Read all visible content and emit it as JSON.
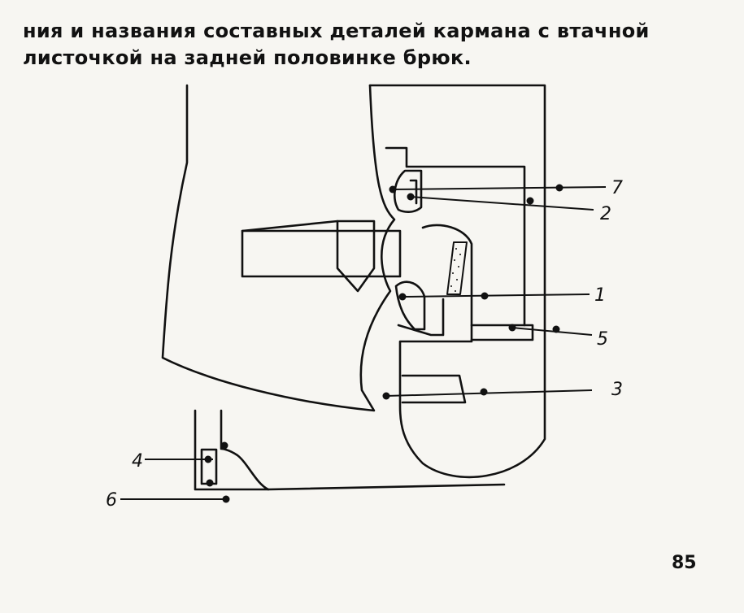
{
  "text": {
    "line1": "ния и названия составных деталей кармана  с  втачной",
    "line2": "листочкой на задней половинке брюк."
  },
  "figure": {
    "callouts": [
      "7",
      "2",
      "1",
      "5",
      "3",
      "4",
      "6"
    ]
  },
  "page_number": "85"
}
